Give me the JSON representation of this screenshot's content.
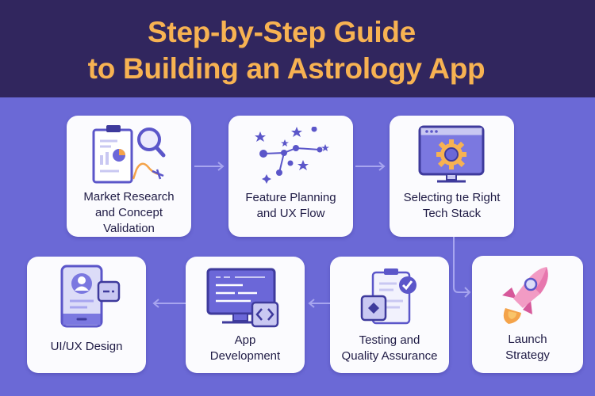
{
  "header": {
    "title_line1": "Step-by-Step Guide",
    "title_line2": "to Building an Astrology App"
  },
  "colors": {
    "header_bg": "#31265e",
    "title": "#f7b252",
    "background": "#6b69d6",
    "card": "#fbfbfe",
    "icon_primary": "#5b56c9",
    "icon_light": "#dcdcf8",
    "accent_orange": "#f4a34a",
    "accent_pink": "#ee7fb0",
    "arrow": "#a7a5ef"
  },
  "steps": [
    {
      "step": 1,
      "label_lines": [
        "Market Research",
        "and Concept",
        "Validation"
      ],
      "icon": "clipboard-magnifier-icon"
    },
    {
      "step": 2,
      "label_lines": [
        "Feature Planning",
        "and UX Flow"
      ],
      "icon": "constellation-icon"
    },
    {
      "step": 3,
      "label_lines": [
        "Selecting tıe Right",
        "Tech Stack"
      ],
      "icon": "monitor-gear-icon"
    },
    {
      "step": 4,
      "label_lines": [
        "Launch",
        "Strategy"
      ],
      "icon": "rocket-icon"
    },
    {
      "step": 5,
      "label_lines": [
        "Testing and",
        "Quality Assurance"
      ],
      "icon": "clipboard-check-icon"
    },
    {
      "step": 6,
      "label_lines": [
        "App",
        "Development"
      ],
      "icon": "monitor-code-icon"
    },
    {
      "step": 7,
      "label_lines": [
        "UI/UX Design"
      ],
      "icon": "phone-profile-icon"
    }
  ],
  "flow_order": [
    "Market Research and Concept Validation",
    "Feature Planning and UX Flow",
    "Selecting tıe Right Tech Stack",
    "Launch Strategy",
    "Testing and Quality Assurance",
    "App Development",
    "UI/UX Design"
  ]
}
